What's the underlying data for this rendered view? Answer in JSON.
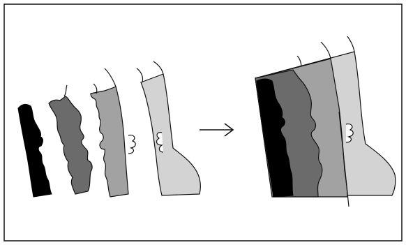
{
  "figure": {
    "background": "#ffffff",
    "border_color": "#111111",
    "left_group": {
      "pieces": [
        {
          "name": "black-silhouette",
          "fill": "#000000"
        },
        {
          "name": "dark-gray-silhouette",
          "fill": "#6b6b6b"
        },
        {
          "name": "mid-gray-silhouette",
          "fill": "#a2a2a2"
        },
        {
          "name": "light-gray-silhouette",
          "fill": "#d3d3d3"
        }
      ]
    },
    "arrow": {
      "icon": "right-arrow-icon",
      "color": "#111111"
    },
    "right_group": {
      "pieces": [
        {
          "name": "light-gray-layer",
          "fill": "#d3d3d3"
        },
        {
          "name": "mid-gray-layer",
          "fill": "#a2a2a2"
        },
        {
          "name": "dark-gray-layer",
          "fill": "#6b6b6b"
        },
        {
          "name": "black-layer",
          "fill": "#000000"
        }
      ]
    }
  }
}
